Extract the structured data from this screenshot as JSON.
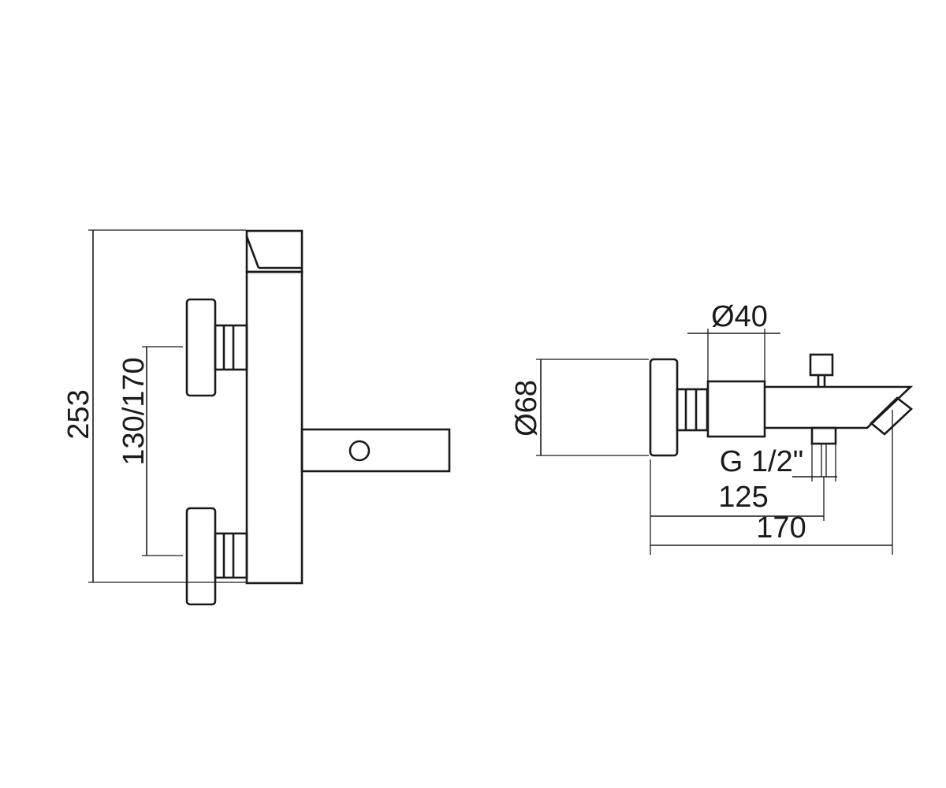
{
  "front_view": {
    "dim_total_height": "253",
    "dim_centers": "130/170"
  },
  "side_view": {
    "dim_handle_diameter": "Ø68",
    "dim_body_diameter": "Ø40",
    "dim_thread": "G 1/2\"",
    "dim_depth_125": "125",
    "dim_depth_170": "170"
  }
}
